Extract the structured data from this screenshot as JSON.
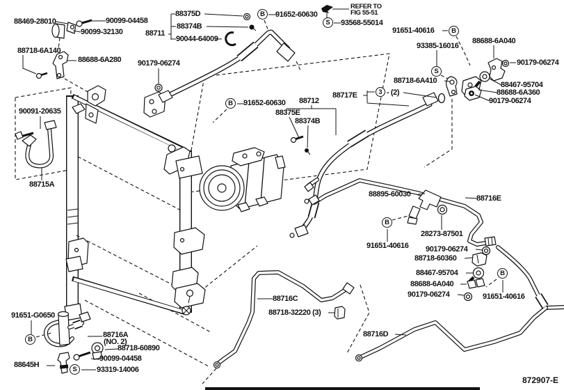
{
  "figure_code": "872907-E",
  "note": {
    "line1": "REFER TO",
    "line2": "FIG 55-51"
  },
  "callouts": {
    "b": "B",
    "s": "S",
    "three": "3"
  },
  "colors": {
    "line": "#111111",
    "background": "#ffffff"
  },
  "parts": {
    "88469_28010": "88469-28010",
    "90099_04458": "90099-04458",
    "90099_32130": "90099-32130",
    "88718_6A140": "88718-6A140",
    "88688_6A280": "88688-6A280",
    "88711": "88711",
    "88375D": "88375D",
    "88374B": "88374B",
    "90044_64009": "90044-64009",
    "90179_06274": "90179-06274",
    "91652_60630": "91652-60630",
    "93568_55014": "93568-55014",
    "91651_40616": "91651-40616",
    "93385_16016": "93385-16016",
    "88688_6A040": "88688-6A040",
    "88718_6A410": "88718-6A410",
    "88467_95704": "88467-95704",
    "88688_6A360": "88688-6A360",
    "88712": "88712",
    "88375E": "88375E",
    "88717E": "88717E",
    "qty2": "- (2)",
    "90091_20635": "90091-20635",
    "88715A": "88715A",
    "88895_60030": "88895-60030",
    "88716E": "88716E",
    "28273_87501": "28273-87501",
    "88718_60360": "88718-60360",
    "88716C": "88716C",
    "88718_32220": "88718-32220 (3)",
    "88716D": "88716D",
    "91651_G0650": "91651-G0650",
    "88716A": "88716A",
    "88716A_no2": "(NO. 2)",
    "88718_60890": "88718-60890",
    "88645H": "88645H",
    "93319_14006": "93319-14006"
  }
}
